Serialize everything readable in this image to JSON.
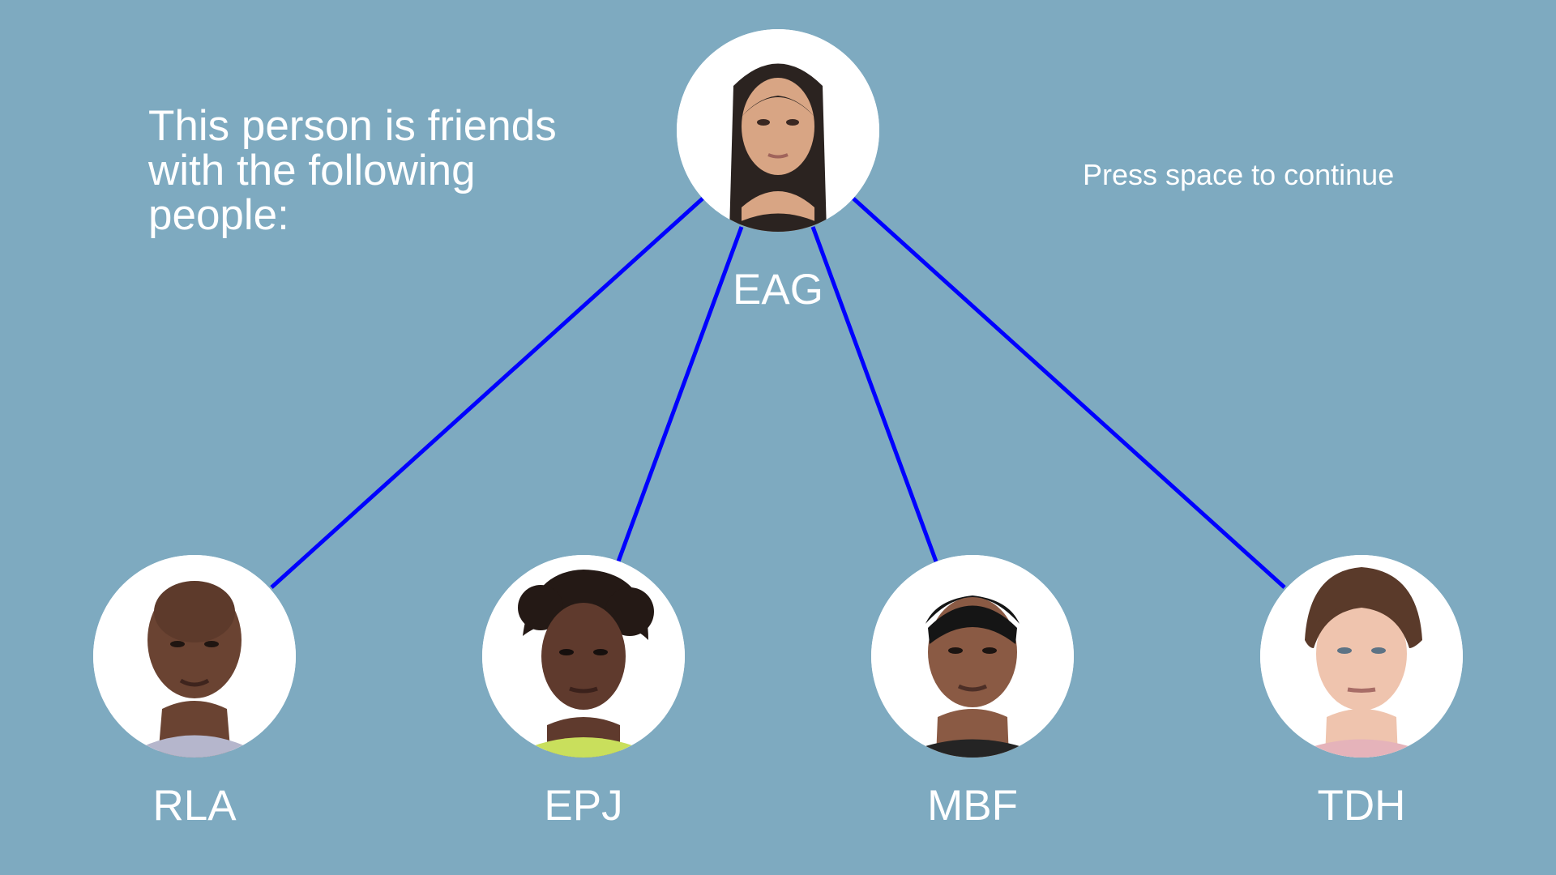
{
  "instruction": {
    "text": "This person is friends with the following people:"
  },
  "continue_hint": {
    "text": "Press space to continue"
  },
  "center_person": {
    "label": "EAG"
  },
  "friends": [
    {
      "label": "RLA"
    },
    {
      "label": "EPJ"
    },
    {
      "label": "MBF"
    },
    {
      "label": "TDH"
    }
  ],
  "colors": {
    "background": "#7eaac0",
    "connection_line": "#0000ff",
    "text": "#ffffff"
  }
}
